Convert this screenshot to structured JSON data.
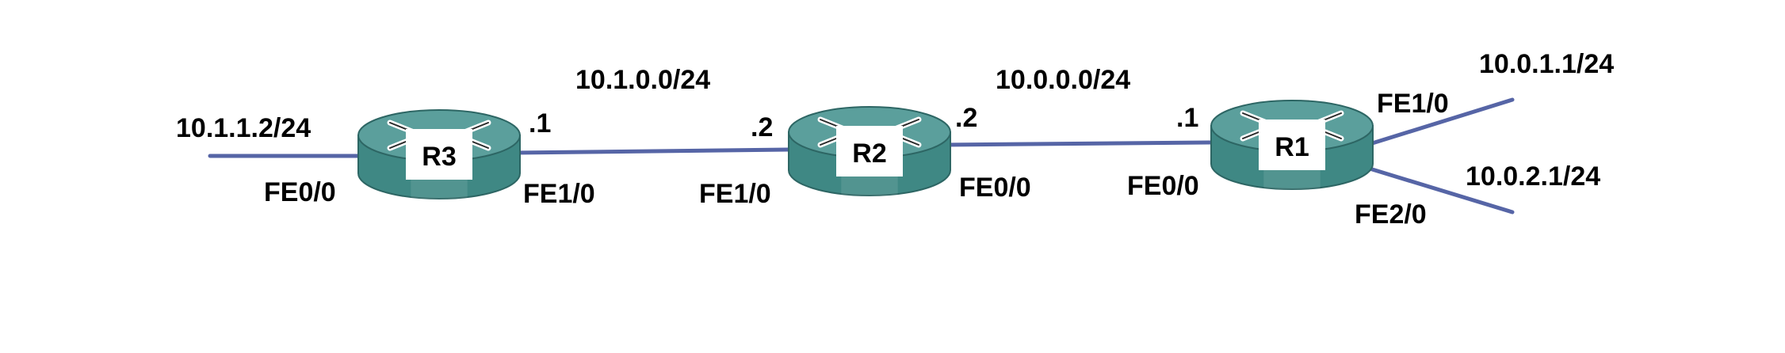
{
  "colors": {
    "link": "#5665a6",
    "router_top": "#5b9f9c",
    "router_side": "#3f8884",
    "router_edge": "#2d6664",
    "router_label_bg": "#ffffff"
  },
  "routers": {
    "r3": {
      "name": "R3",
      "icon": "router-icon"
    },
    "r2": {
      "name": "R2",
      "icon": "router-icon"
    },
    "r1": {
      "name": "R1",
      "icon": "router-icon"
    }
  },
  "networks": {
    "r3_lan": "10.1.1.2/24",
    "r3_r2": "10.1.0.0/24",
    "r2_r1": "10.0.0.0/24",
    "r1_lan1": "10.0.1.1/24",
    "r1_lan2": "10.0.2.1/24"
  },
  "interfaces": {
    "r3_fe00": "FE0/0",
    "r3_fe10": "FE1/0",
    "r3_host": ".1",
    "r2_fe10": "FE1/0",
    "r2_host_left": ".2",
    "r2_fe00": "FE0/0",
    "r2_host_right": ".2",
    "r1_fe00": "FE0/0",
    "r1_host": ".1",
    "r1_fe10": "FE1/0",
    "r1_fe20": "FE2/0"
  }
}
